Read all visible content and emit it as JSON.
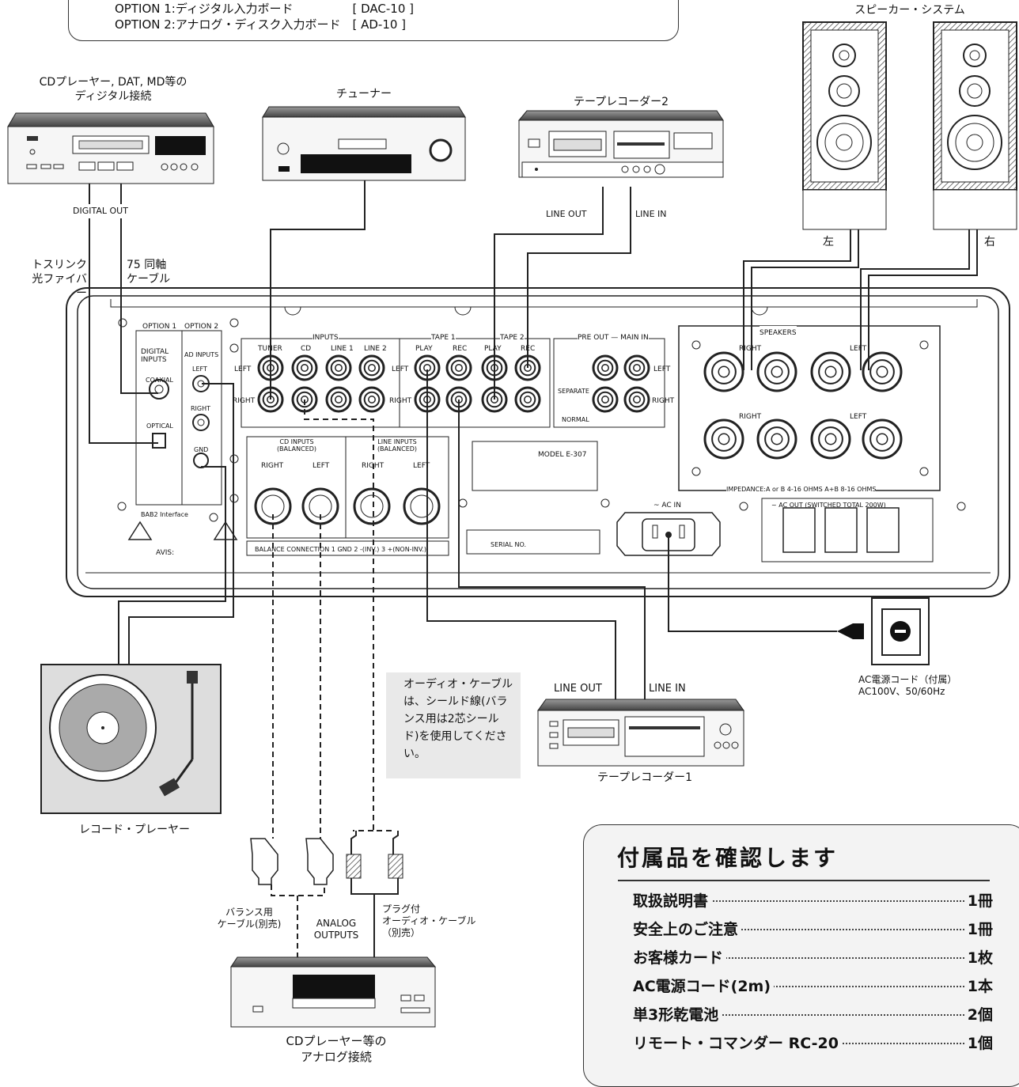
{
  "options": {
    "line1": "OPTION 1:ディジタル入力ボード　　　　　[ DAC-10 ]",
    "line2": "OPTION 2:アナログ・ディスク入力ボード　[ AD-10 ]"
  },
  "devices": {
    "cd_digital": "CDプレーヤー, DAT, MD等の\nディジタル接続",
    "tuner": "チューナー",
    "tape2": "テープレコーダー2",
    "speakers": "スピーカー・システム",
    "record_player": "レコード・プレーヤー",
    "tape1": "テープレコーダー1",
    "cd_analog": "CDプレーヤー等の\nアナログ接続"
  },
  "labels": {
    "digital_out": "DIGITAL  OUT",
    "toslink": "トスリンク\n光ファイバー",
    "coax": "75  同軸\nケーブル",
    "tape2_line_out": "LINE OUT",
    "tape2_line_in": "LINE IN",
    "speaker_left": "左",
    "speaker_right": "右",
    "tape1_line_out": "LINE OUT",
    "tape1_line_in": "LINE IN",
    "ac_cord": "AC電源コード（付属）\nAC100V、50/60Hz",
    "balanced_cable": "バランス用\nケーブル(別売)",
    "analog_outputs": "ANALOG\nOUTPUTS",
    "plug_cable": "プラグ付\nオーディオ・ケーブル\n（別売）"
  },
  "note": "オーディオ・ケーブルは、シールド線(バランス用は2芯シールド)を使用してください。",
  "panel": {
    "option1": "OPTION 1",
    "option2": "OPTION 2",
    "digital_inputs": "DIGITAL\nINPUTS",
    "ad_inputs": "AD INPUTS",
    "coaxial": "COAXIAL",
    "optical": "OPTICAL",
    "left": "LEFT",
    "right": "RIGHT",
    "gnd": "GND",
    "inputs": "INPUTS",
    "tuner": "TUNER",
    "cd": "CD",
    "line1": "LINE 1",
    "line2": "LINE 2",
    "tape1": "TAPE 1",
    "tape2": "TAPE 2",
    "play": "PLAY",
    "rec": "REC",
    "pre_out_main_in": "PRE OUT — MAIN IN",
    "separate": "SEPARATE",
    "normal": "NORMAL",
    "cd_inputs": "CD INPUTS\n(BALANCED)",
    "line_inputs": "LINE INPUTS\n(BALANCED)",
    "balance_connection": "BALANCE CONNECTION  1 GND  2 -(INV.)  3 +(NON-INV.)",
    "model": "MODEL E-307",
    "serial": "SERIAL NO.",
    "speakers": "SPEAKERS",
    "impedance": "IMPEDANCE:A or B 4-16 OHMS  A+B 8-16 OHMS",
    "ac_in": "~ AC IN",
    "ac_out": "~ AC OUT (SWITCHED TOTAL 200W)",
    "board_interface": "BAB2 Interface",
    "avis": "AVIS:"
  },
  "accessories": {
    "title": "付属品を確認します",
    "items": [
      {
        "name": "取扱説明書",
        "qty": "1冊"
      },
      {
        "name": "安全上のご注意",
        "qty": "1冊"
      },
      {
        "name": "お客様カード",
        "qty": "1枚"
      },
      {
        "name": "AC電源コード(2m)",
        "qty": "1本"
      },
      {
        "name": "単3形乾電池",
        "qty": "2個"
      },
      {
        "name": "リモート・コマンダー RC-20",
        "qty": "1個"
      }
    ]
  }
}
